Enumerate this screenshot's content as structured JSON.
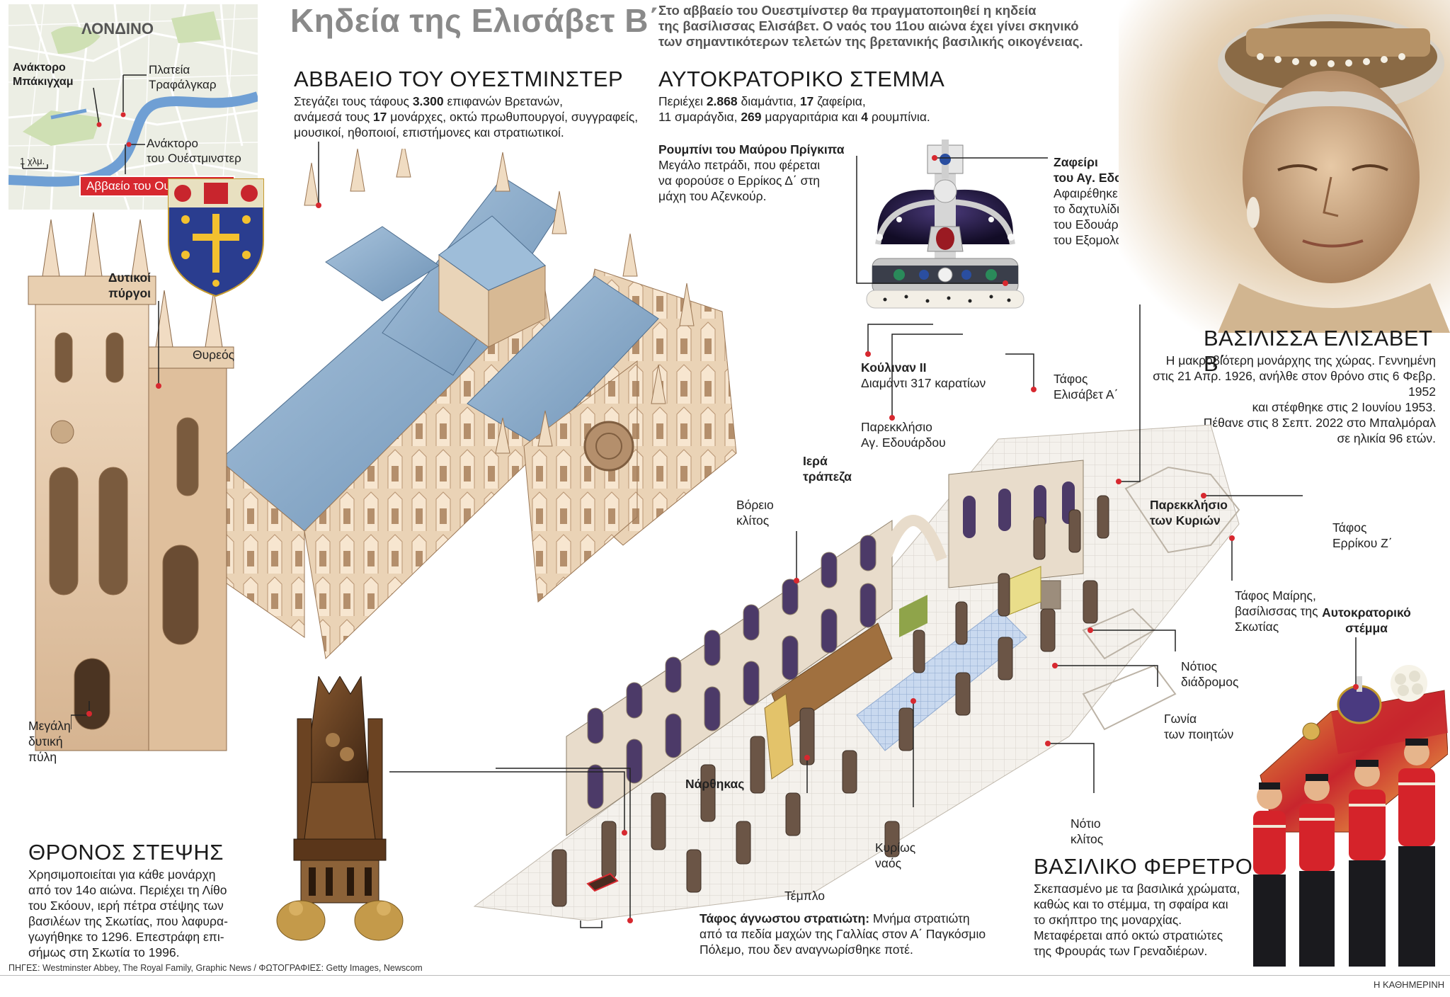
{
  "title": "Κηδεία της Ελισάβετ Β΄",
  "intro": [
    "Στο αββαείο του Ουεστμίνστερ θα πραγματοποιηθεί η κηδεία",
    "της βασίλισσας Ελισάβετ. Ο ναός του 11ου αιώνα έχει γίνει σκηνικό",
    "των σημαντικότερων τελετών της βρετανικής βασιλικής οικογένειας."
  ],
  "map": {
    "city": "ΛΟΝΔΙΝΟ",
    "palace": [
      "Ανάκτορο",
      "Μπάκιγχαμ"
    ],
    "square": [
      "Πλατεία",
      "Τραφάλγκαρ"
    ],
    "parliament": [
      "Ανάκτορο",
      "του Ουέστμινστερ"
    ],
    "scale": "1 χλμ.",
    "abbey_badge": "Αββαείο του Ουέστμινστερ",
    "colors": {
      "land": "#eceee4",
      "water": "#6f9fd4",
      "park": "#cfe0b4",
      "badge": "#d7282f"
    }
  },
  "abbey": {
    "heading": "ΑΒΒΑΕΙΟ ΤΟΥ ΟΥΕΣΤΜΙΝΣΤΕΡ",
    "line1_pre": "Στεγάζει τους τάφους ",
    "line1_bold": "3.300",
    "line1_post": " επιφανών Βρετανών,",
    "line2_pre": "ανάμεσά τους ",
    "line2_bold": "17",
    "line2_post": " μονάρχες, οκτώ πρωθυπουργοί, συγγραφείς,",
    "line3": "μουσικοί, ηθοποιοί, επιστήμονες και στρατιωτικοί."
  },
  "labels": {
    "west_towers": [
      "Δυτικοί",
      "πύργοι"
    ],
    "coat": "Θυρεός",
    "great_west_door": [
      "Μεγάλη",
      "δυτική",
      "πύλη"
    ]
  },
  "crown": {
    "heading": "ΑΥΤΟΚΡΑΤΟΡΙΚΟ ΣΤΕΜΜΑ",
    "l1a": "Περιέχει ",
    "l1b": "2.868",
    "l1c": " διαμάντια, ",
    "l1d": "17",
    "l1e": " ζαφείρια,",
    "l2a": "11 σμαράγδια, ",
    "l2b": "269",
    "l2c": " μαργαριτάρια και ",
    "l2d": "4",
    "l2e": " ρουμπίνια.",
    "ruby_title": "Ρουμπίνι του Μαύρου Πρίγκιπα",
    "ruby_text": [
      "Μεγάλο πετράδι, που φέρεται",
      "να φορούσε ο Ερρίκος Δ΄ στη",
      "μάχη του Αζενκούρ."
    ],
    "sapphire_title": [
      "Ζαφείρι",
      "του Αγ. Εδουάρδου"
    ],
    "sapphire_text": [
      "Αφαιρέθηκε από",
      "το δαχτυλίδι",
      "του Εδουάρδου",
      "του Εξομολογητή"
    ],
    "cullinan_title": "Κούλιναν ΙΙ",
    "cullinan_text": "Διαμάντι 317 καρατίων"
  },
  "queen": {
    "heading": "ΒΑΣΙΛΙΣΣΑ ΕΛΙΣΑΒΕΤ Β΄",
    "lines": [
      "Η μακροβιότερη μονάρχης της χώρας. Γεννημένη",
      "στις 21 Απρ. 1926, ανήλθε στον θρόνο στις 6 Φεβρ. 1952",
      "και στέφθηκε στις 2 Ιουνίου 1953.",
      "Πέθανε στις 8 Σεπτ. 2022 στο Μπαλμόραλ",
      "σε ηλικία 96 ετών."
    ]
  },
  "plan": {
    "tomb_elizabeth": [
      "Τάφος",
      "Ελισάβετ Α΄"
    ],
    "chapel_edward": [
      "Παρεκκλήσιο",
      "Αγ. Εδουάρδου"
    ],
    "high_altar": [
      "Ιερά",
      "τράπεζα"
    ],
    "north_transept": [
      "Βόρειο",
      "κλίτος"
    ],
    "lady_chapel": [
      "Παρεκκλήσιο",
      "των Κυριών"
    ],
    "tomb_henry": [
      "Τάφος",
      "Ερρίκου Ζ΄"
    ],
    "tomb_mary": [
      "Τάφος Μαίρης,",
      "βασίλισσας της",
      "Σκωτίας"
    ],
    "south_aisle": [
      "Νότιος",
      "διάδρομος"
    ],
    "poets_corner": [
      "Γωνία",
      "των ποιητών"
    ],
    "south_transept": [
      "Νότιο",
      "κλίτος"
    ],
    "nave": "Νάρθηκας",
    "quire": [
      "Κυρίως",
      "ναός"
    ],
    "screen": "Τέμπλο",
    "unknown_title": "Τάφος άγνωστου στρατιώτη:",
    "unknown_text1": " Μνήμα στρατιώτη",
    "unknown_text2": "από τα πεδία μαχών της Γαλλίας στον Α΄ Παγκόσμιο",
    "unknown_text3": "Πόλεμο, που δεν αναγνωρίσθηκε ποτέ."
  },
  "throne": {
    "heading": "ΘΡΟΝΟΣ ΣΤΕΨΗΣ",
    "lines": [
      "Χρησιμοποιείται για κάθε μονάρχη",
      "από τον 14ο αιώνα. Περιέχει τη Λίθο",
      "του Σκόουν, ιερή πέτρα στέψης των",
      "βασιλέων της Σκωτίας, που λαφυρα-",
      "γωγήθηκε το 1296. Επεστράφη επι-",
      "σήμως στη Σκωτία το 1996."
    ]
  },
  "coffin": {
    "crown_label": [
      "Αυτοκρατορικό",
      "στέμμα"
    ],
    "heading": "ΒΑΣΙΛΙΚΟ ΦΕΡΕΤΡΟ",
    "lines": [
      "Σκεπασμένο με τα βασιλικά χρώματα,",
      "καθώς και το στέμμα, τη σφαίρα και",
      "το σκήπτρο της μοναρχίας.",
      "Μεταφέρεται από οκτώ στρατιώτες",
      "της Φρουράς των Γρεναδιέρων."
    ]
  },
  "footer": {
    "sources": "ΠΗΓΕΣ: Westminster Abbey, The Royal Family, Graphic News / ΦΩΤΟΓΡΑΦΙΕΣ: Getty Images, Newscom",
    "brand": "Η ΚΑΘΗΜΕΡΙΝΗ"
  }
}
